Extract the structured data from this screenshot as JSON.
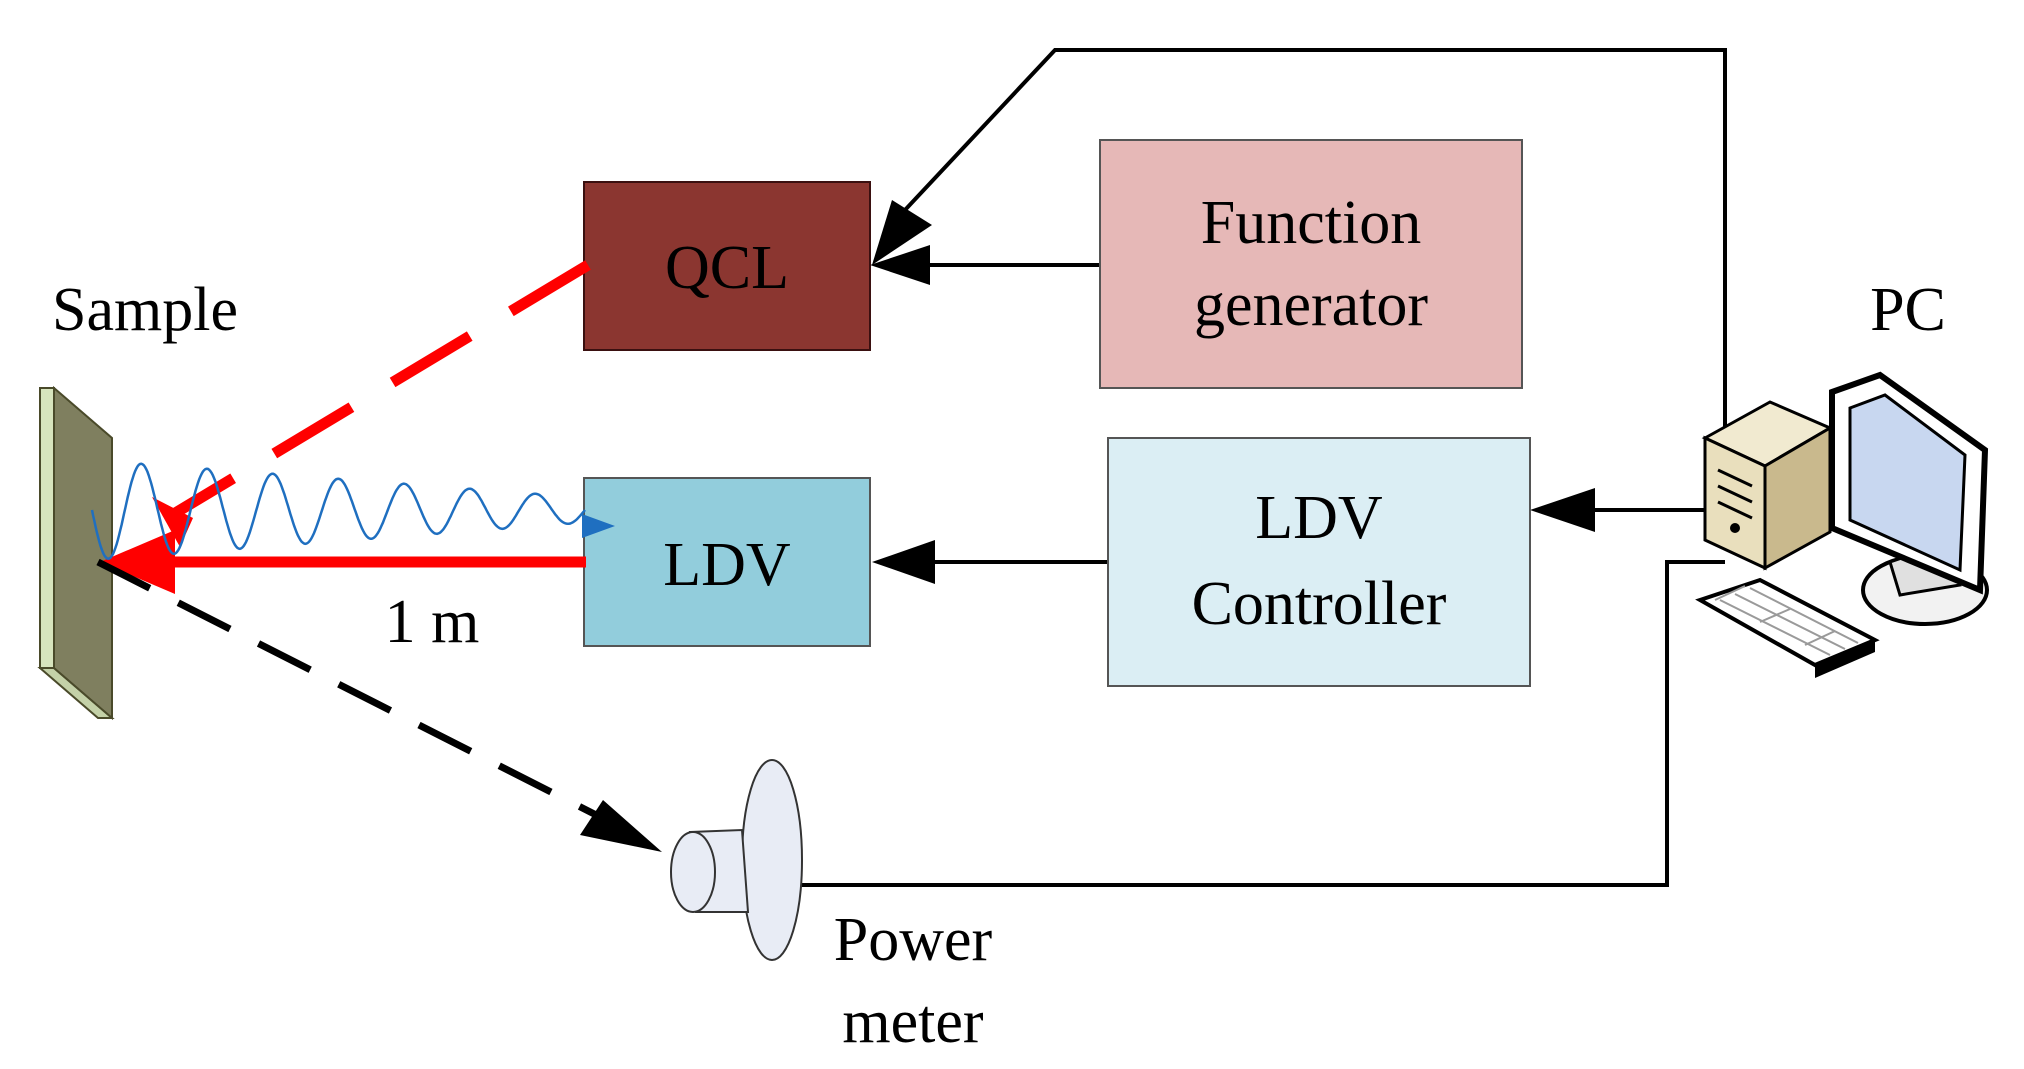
{
  "labels": {
    "sample": "Sample",
    "qcl": "QCL",
    "function_generator_line1": "Function",
    "function_generator_line2": "generator",
    "pc": "PC",
    "ldv": "LDV",
    "ldv_controller_line1": "LDV",
    "ldv_controller_line2": "Controller",
    "distance": "1 m",
    "power_meter_line1": "Power",
    "power_meter_line2": "meter"
  },
  "colors": {
    "qcl_box": "#8b3630",
    "function_generator_box": "#e6b8b7",
    "ldv_box": "#92cddc",
    "ldv_controller_box": "#dbeef4",
    "laser_beam": "#ff0000",
    "vibration_wave": "#1f6fc0",
    "sample_front": "#7f7f5f",
    "sample_side": "#d7e4bd",
    "connection_line": "#000000"
  },
  "icons": {
    "pc": "desktop-computer-icon",
    "power_meter": "power-meter-detector-icon",
    "sample": "sample-plate-icon"
  }
}
